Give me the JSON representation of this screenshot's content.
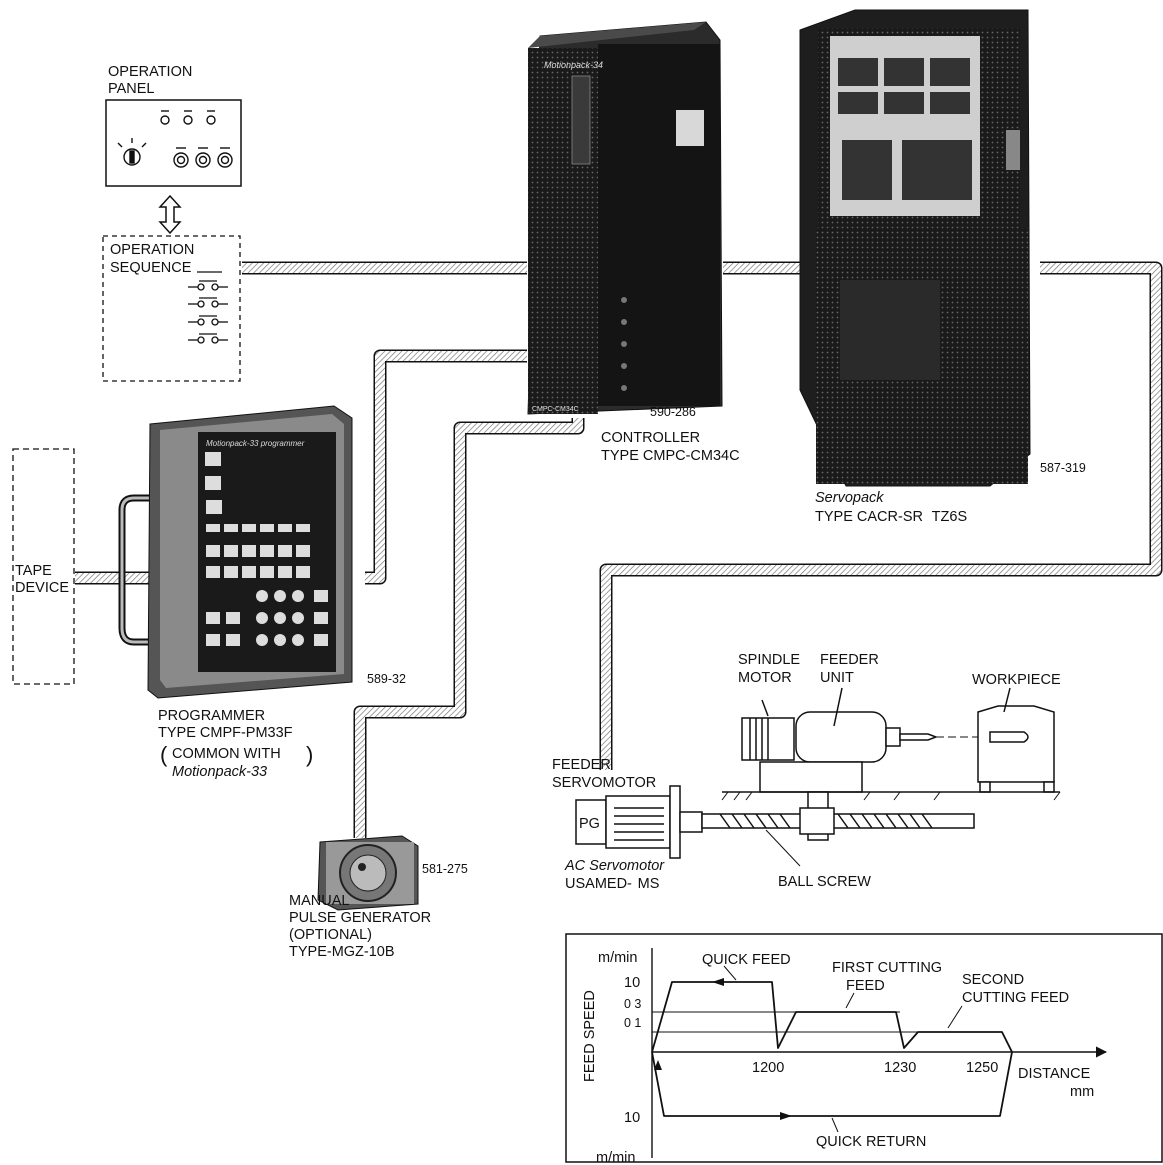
{
  "operation_panel": {
    "line1": "OPERATION",
    "line2": "PANEL"
  },
  "operation_sequence": {
    "line1": "OPERATION",
    "line2": "SEQUENCE"
  },
  "tape_device": {
    "line1": "TAPE",
    "line2": "DEVICE"
  },
  "controller": {
    "brand": "Motionpack-34",
    "model_tag": "CMPC-CM34C",
    "photo_no": "590-286",
    "line1": "CONTROLLER",
    "line2": "TYPE CMPC-CM34C"
  },
  "servopack": {
    "photo_no": "587-319",
    "line1": "Servopack",
    "line2": "TYPE CACR-SR   TZ6S"
  },
  "programmer": {
    "face_title": "Motionpack-33 programmer",
    "photo_no": "589-32",
    "line1": "PROGRAMMER",
    "line2": "TYPE CMPF-PM33F",
    "line3": "COMMON WITH",
    "line4": "Motionpack-33"
  },
  "pulse_generator": {
    "photo_no": "581-275",
    "line1": "MANUAL",
    "line2": "PULSE GENERATOR",
    "line3": "(OPTIONAL)",
    "line4": "TYPE-MGZ-10B"
  },
  "machine": {
    "spindle_motor_1": "SPINDLE",
    "spindle_motor_2": "MOTOR",
    "feeder_unit_1": "FEEDER",
    "feeder_unit_2": "UNIT",
    "workpiece": "WORKPIECE",
    "feeder_servo_1": "FEEDER",
    "feeder_servo_2": "SERVOMOTOR",
    "pg": "PG",
    "ac_servo_1": "AC Servomotor",
    "ac_servo_2": "USAMED-  MS",
    "ball_screw": "BALL SCREW"
  },
  "chart_data": {
    "type": "line",
    "xlabel": "DISTANCE",
    "xunit": "mm",
    "ylabel": "FEED SPEED",
    "yunit": "m/min",
    "yunit_bottom": "m/min",
    "yticks": [
      "10",
      "0 3",
      "0 1",
      "10"
    ],
    "xticks": [
      "1200",
      "1230",
      "1250"
    ],
    "annotations": [
      "QUICK FEED",
      "FIRST CUTTING",
      "FEED",
      "SECOND",
      "CUTTING FEED",
      "QUICK RETURN"
    ],
    "series": [
      {
        "name": "QUICK FEED",
        "x": [
          0,
          1200
        ],
        "y": [
          10,
          10
        ]
      },
      {
        "name": "FIRST CUTTING FEED",
        "x": [
          1200,
          1230
        ],
        "y": [
          0.3,
          0.3
        ]
      },
      {
        "name": "SECOND CUTTING FEED",
        "x": [
          1230,
          1250
        ],
        "y": [
          0.1,
          0.1
        ]
      },
      {
        "name": "QUICK RETURN",
        "x": [
          1250,
          0
        ],
        "y": [
          -10,
          -10
        ]
      }
    ]
  }
}
